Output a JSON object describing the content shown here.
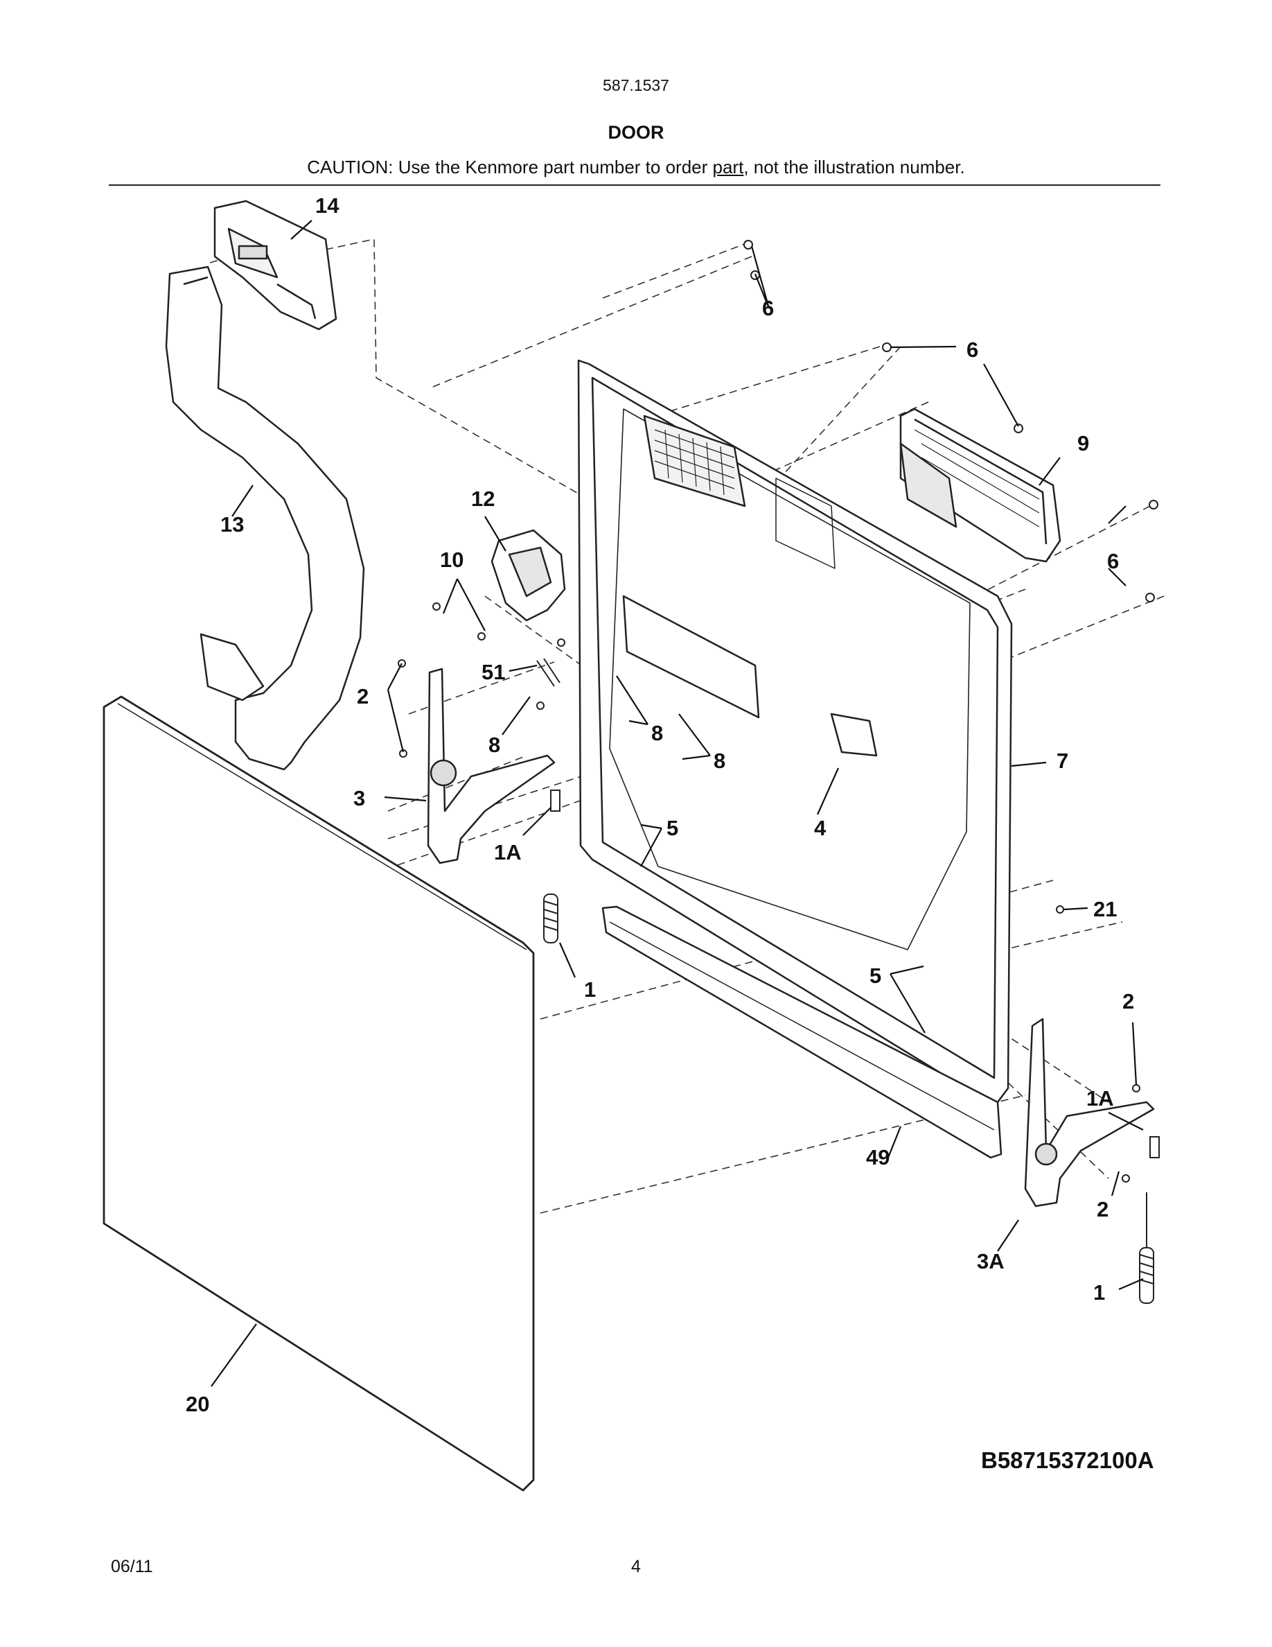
{
  "header": {
    "model_number": "587.1537",
    "section_title": "DOOR",
    "caution_prefix": "CAUTION: Use the Kenmore part number to order ",
    "caution_link": "part",
    "caution_suffix": ", not the illustration number."
  },
  "callouts": {
    "c14": "14",
    "c13": "13",
    "c12": "12",
    "c10": "10",
    "c51": "51",
    "c2a": "2",
    "c8a": "8",
    "c8b": "8",
    "c8c": "8",
    "c3": "3",
    "c1Aa": "1A",
    "c5a": "5",
    "c4": "4",
    "c1a": "1",
    "c6a": "6",
    "c6b": "6",
    "c6c": "6",
    "c9": "9",
    "c7": "7",
    "c21": "21",
    "c5b": "5",
    "c2b": "2",
    "c1Ab": "1A",
    "c49": "49",
    "c2c": "2",
    "c3A": "3A",
    "c1b": "1",
    "c20": "20"
  },
  "footer": {
    "drawing_id": "B58715372100A",
    "date": "06/11",
    "page_number": "4"
  }
}
